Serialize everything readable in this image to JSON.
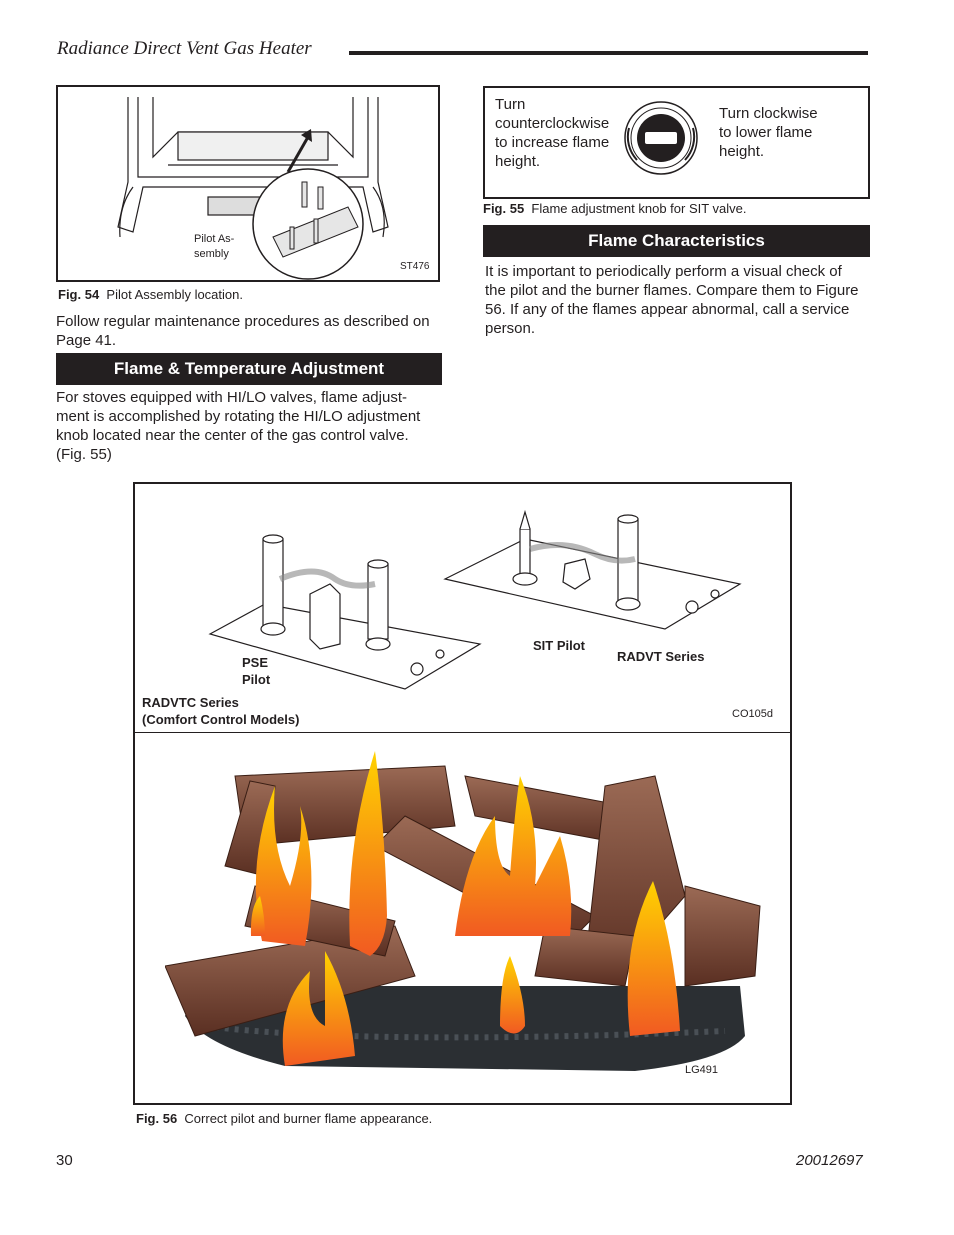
{
  "header": {
    "title": "Radiance Direct Vent Gas Heater"
  },
  "fig54": {
    "label_pilot": "Pilot As-\nsembly",
    "code": "ST476",
    "caption_num": "Fig. 54",
    "caption_text": "Pilot Assembly location."
  },
  "maintenance_text": "Follow regular maintenance procedures as described on Page 41.",
  "flame_temp": {
    "heading": "Flame & Temperature Adjustment",
    "text": "For stoves equipped with HI/LO valves, flame adjust-ment is accomplished by rotating the HI/LO adjustment knob located near the center of the gas control valve. (Fig. 55)"
  },
  "fig55": {
    "left_text": "Turn counterclockwise to increase flame height.",
    "right_text": "Turn clockwise to lower flame height.",
    "caption_num": "Fig. 55",
    "caption_text": "Flame adjustment knob for SIT valve."
  },
  "flame_char": {
    "heading": "Flame Characteristics",
    "text": "It is important to periodically perform a visual check of the pilot and the burner flames. Compare them to Figure 56. If any of the flames appear abnormal, call a service person."
  },
  "fig56": {
    "pse_label": "PSE\nPilot",
    "sit_label": "SIT Pilot",
    "radvt_label": "RADVT Series",
    "radvtc_label": "RADVTC Series\n(Comfort Control Models)",
    "code_top": "CO105d",
    "code_bottom": "LG491",
    "caption_num": "Fig. 56",
    "caption_text": "Correct pilot and burner flame appearance."
  },
  "footer": {
    "page_number": "30",
    "doc_number": "20012697"
  },
  "colors": {
    "ink": "#231f20",
    "flame_top": "#ffd200",
    "flame_bottom": "#f15a22",
    "log": "#6b3a2a"
  }
}
